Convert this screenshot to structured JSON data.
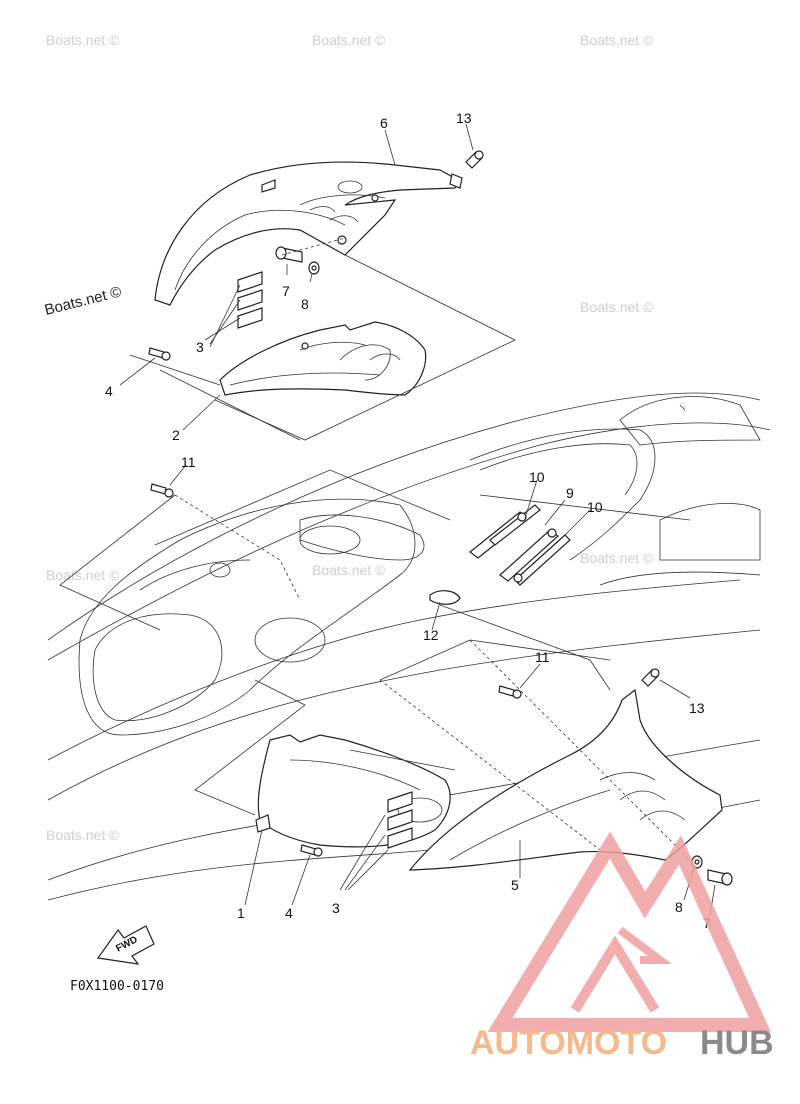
{
  "watermarks": {
    "site": "Boats.net ©"
  },
  "callouts": {
    "p1": "1",
    "p2": "2",
    "p3a": "3",
    "p3b": "3",
    "p4a": "4",
    "p4b": "4",
    "p5": "5",
    "p6": "6",
    "p7a": "7",
    "p7b": "7",
    "p8a": "8",
    "p8b": "8",
    "p9": "9",
    "p10a": "10",
    "p10b": "10",
    "p11a": "11",
    "p11b": "11",
    "p12": "12",
    "p13a": "13",
    "p13b": "13"
  },
  "fwd_label": "FWD",
  "diagram_code": "F0X1100-0170",
  "brand": {
    "part1": "AUTOMOTO",
    "part2": "HUB",
    "color1": "#f5b98c",
    "color2": "#8a8a8a",
    "logo_color": "#f0a0a0"
  }
}
